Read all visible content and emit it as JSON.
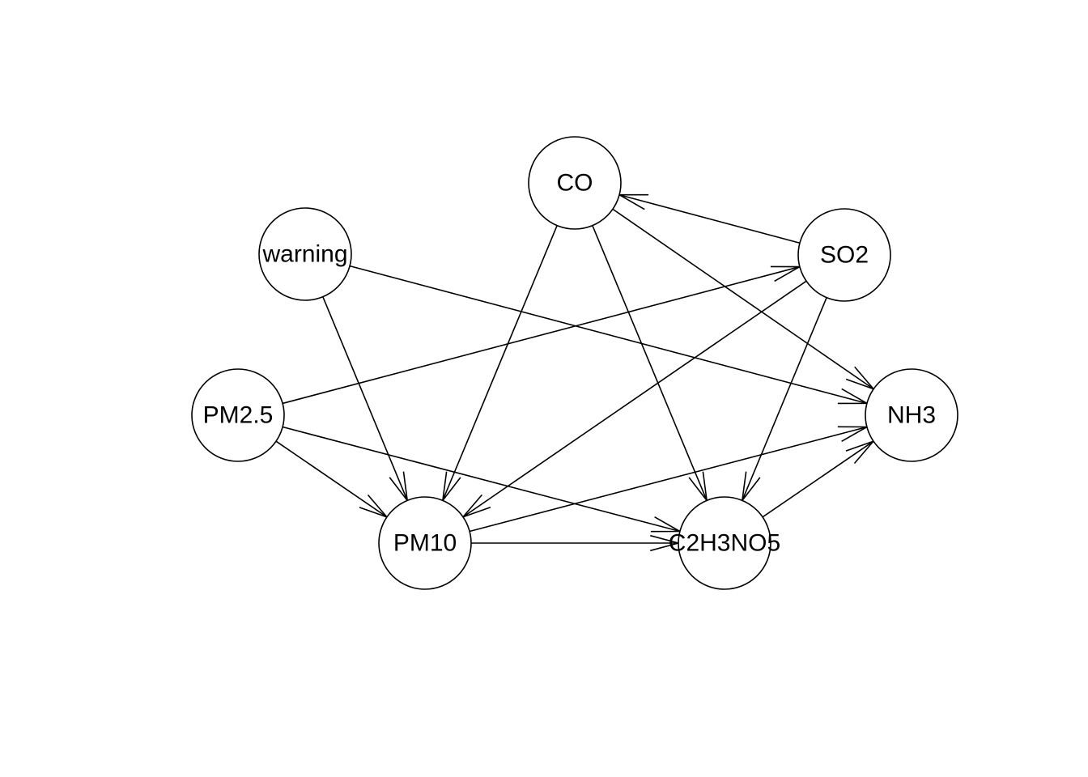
{
  "nodes": [
    {
      "id": "CO",
      "label": "CO"
    },
    {
      "id": "SO2",
      "label": "SO2"
    },
    {
      "id": "warning",
      "label": "warning"
    },
    {
      "id": "PM2.5",
      "label": "PM2.5"
    },
    {
      "id": "NH3",
      "label": "NH3"
    },
    {
      "id": "PM10",
      "label": "PM10"
    },
    {
      "id": "C2H3NO5",
      "label": "C2H3NO5"
    }
  ],
  "edges": [
    {
      "from": "SO2",
      "to": "CO"
    },
    {
      "from": "CO",
      "to": "NH3"
    },
    {
      "from": "CO",
      "to": "PM10"
    },
    {
      "from": "CO",
      "to": "C2H3NO5"
    },
    {
      "from": "warning",
      "to": "NH3"
    },
    {
      "from": "warning",
      "to": "PM10"
    },
    {
      "from": "PM2.5",
      "to": "SO2"
    },
    {
      "from": "PM2.5",
      "to": "PM10"
    },
    {
      "from": "PM2.5",
      "to": "C2H3NO5"
    },
    {
      "from": "SO2",
      "to": "PM10"
    },
    {
      "from": "SO2",
      "to": "C2H3NO5"
    },
    {
      "from": "PM10",
      "to": "NH3"
    },
    {
      "from": "PM10",
      "to": "C2H3NO5"
    },
    {
      "from": "C2H3NO5",
      "to": "NH3"
    }
  ],
  "style": {
    "stroke": "#000000",
    "fill": "#ffffff"
  }
}
